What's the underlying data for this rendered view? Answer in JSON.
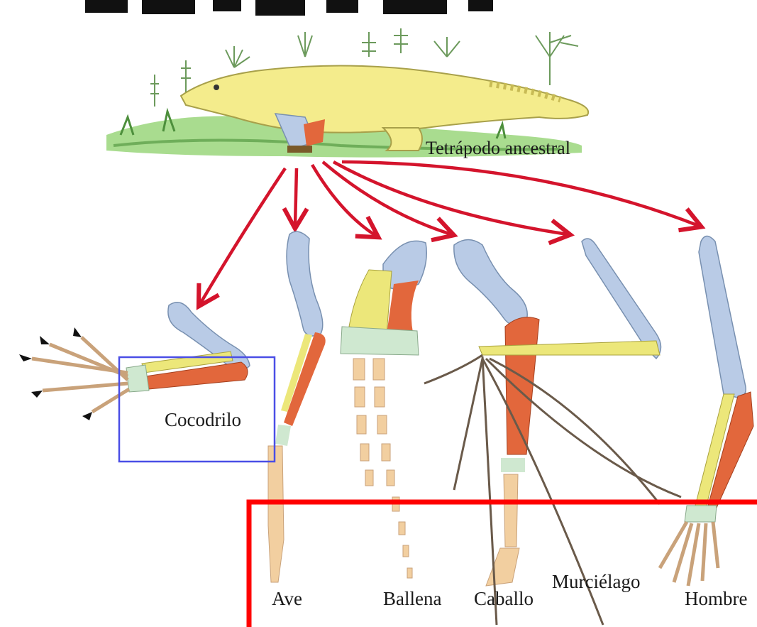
{
  "diagram": {
    "ancestor_label": "Tetrápodo ancestral",
    "species": [
      {
        "key": "cocodrilo",
        "label": "Cocodrilo"
      },
      {
        "key": "ave",
        "label": "Ave"
      },
      {
        "key": "ballena",
        "label": "Ballena"
      },
      {
        "key": "caballo",
        "label": "Caballo"
      },
      {
        "key": "murcielago",
        "label": "Murciélago"
      },
      {
        "key": "hombre",
        "label": "Hombre"
      }
    ],
    "bone_colors": {
      "humerus": "#b9cbe6",
      "radius": "#ece77a",
      "ulna": "#e2673c",
      "carpals": "#cfe8d0",
      "phalanges": "#f2cfa0",
      "claws": "#111111"
    },
    "arrow_color": "#d4142c",
    "animal_color": "#f4ec8c",
    "grass_color": "#8fcf76",
    "highlight_box_color": "#4a4ee6",
    "highlight_frame_color": "#ff0000"
  }
}
